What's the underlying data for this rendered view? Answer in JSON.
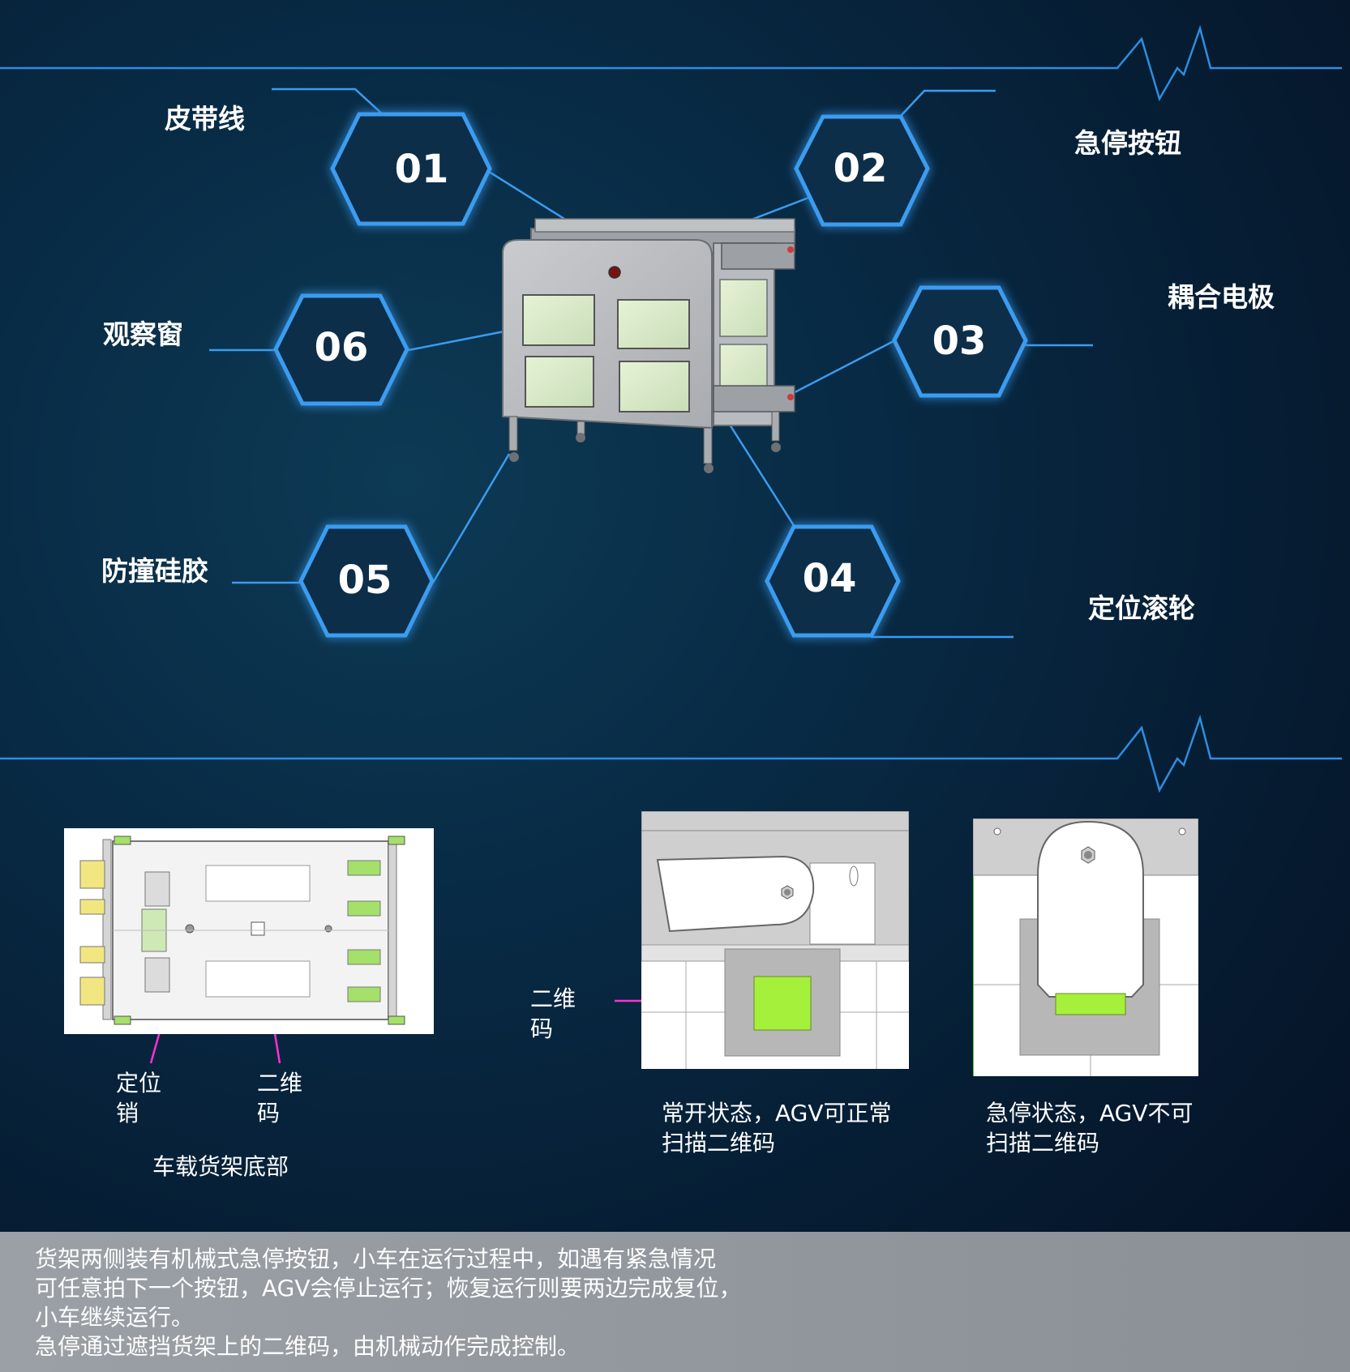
{
  "callouts": [
    {
      "num": "01",
      "label": "皮带线"
    },
    {
      "num": "02",
      "label": "急停按钮"
    },
    {
      "num": "03",
      "label": "耦合电极"
    },
    {
      "num": "04",
      "label": "定位滚轮"
    },
    {
      "num": "05",
      "label": "防撞硅胶"
    },
    {
      "num": "06",
      "label": "观察窗"
    }
  ],
  "bottom_view": {
    "label_pin": "定位\n销",
    "label_qr": "二维\n码",
    "caption": "车载货架底部"
  },
  "qr_pointer_label": "二维\n码",
  "state_open_caption": "常开状态，AGV可正常\n扫描二维码",
  "state_stop_caption": "急停状态，AGV不可\n扫描二维码",
  "description": [
    "货架两侧装有机械式急停按钮，小车在运行过程中，如遇有紧急情况",
    "可任意拍下一个按钮，AGV会停止运行；恢复运行则要两边完成复位，",
    "小车继续运行。",
    "急停通过遮挡货架上的二维码，由机械动作完成控制。"
  ],
  "colors": {
    "accent": "#3a9cf0",
    "glow": "#4ab8ff",
    "qr_green": "#a5f03a",
    "pointer": "#ff2fd6"
  }
}
